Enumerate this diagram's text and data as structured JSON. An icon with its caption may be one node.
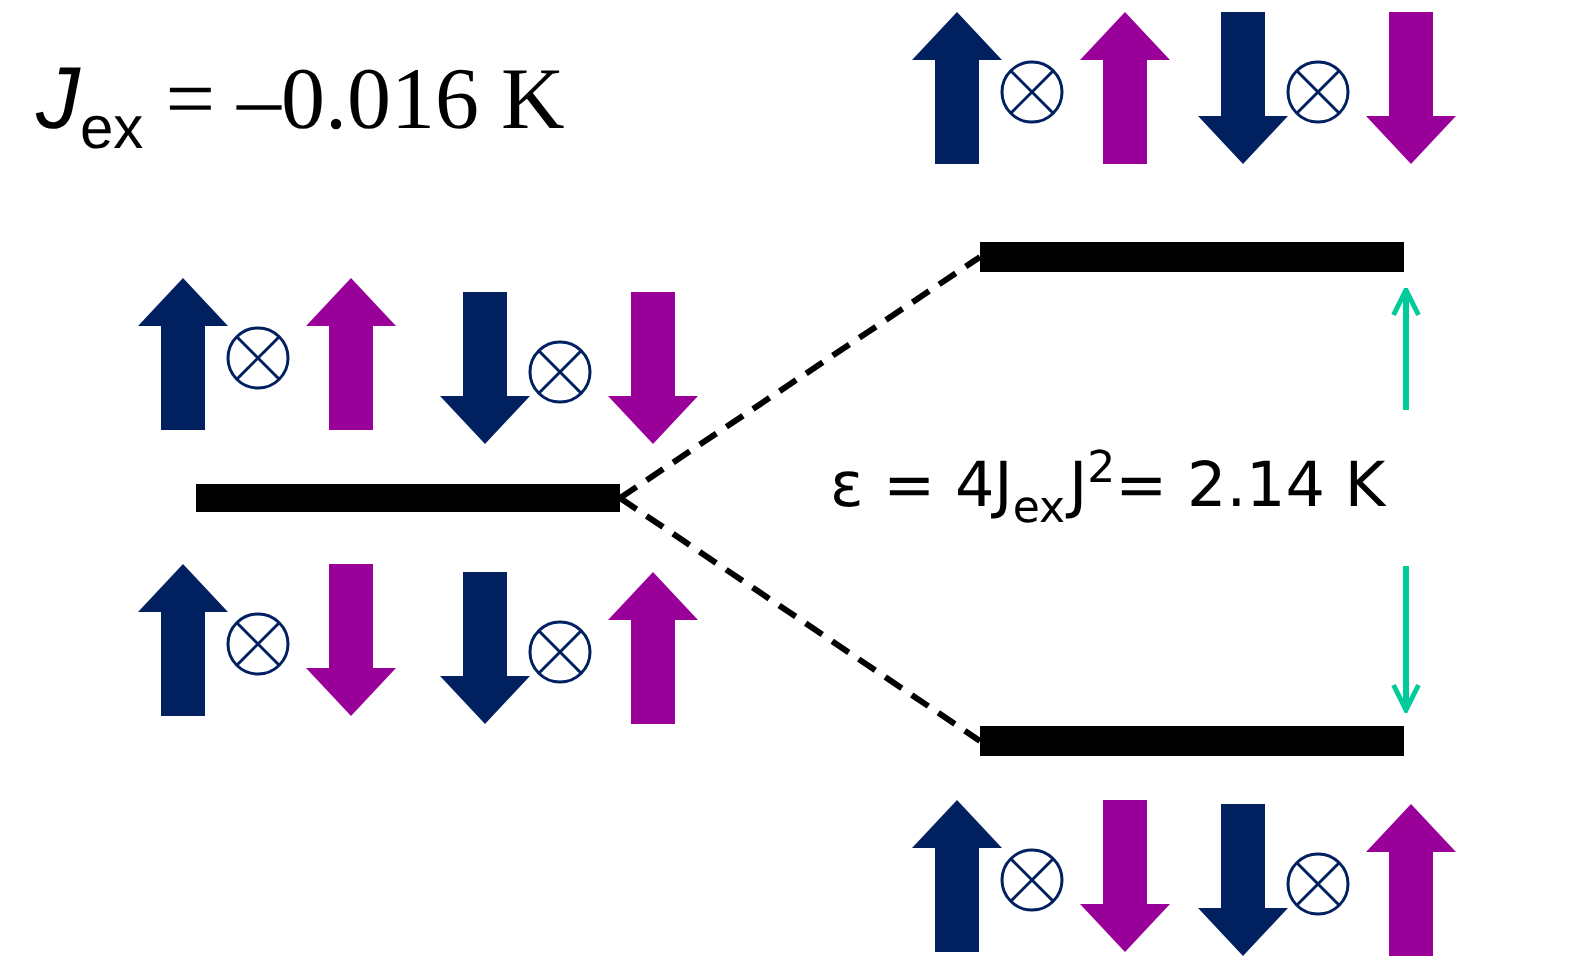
{
  "diagram": {
    "nodes": [
      {
        "text": [],
        "shape": "bar"
      },
      {
        "text": [],
        "shape": "bar"
      },
      {
        "text": [],
        "shape": "bar"
      }
    ],
    "edges": [
      {
        "from": 1,
        "to": 0,
        "arrow": "none",
        "style": "dashed"
      },
      {
        "from": 1,
        "to": 2,
        "arrow": "none",
        "style": "dashed"
      }
    ],
    "labels": [
      "*J*$_{ex}$ = –0.016 K",
      "ε = 4J$_{ex}$J$^{2}$= 2.14 K"
    ]
  }
}
